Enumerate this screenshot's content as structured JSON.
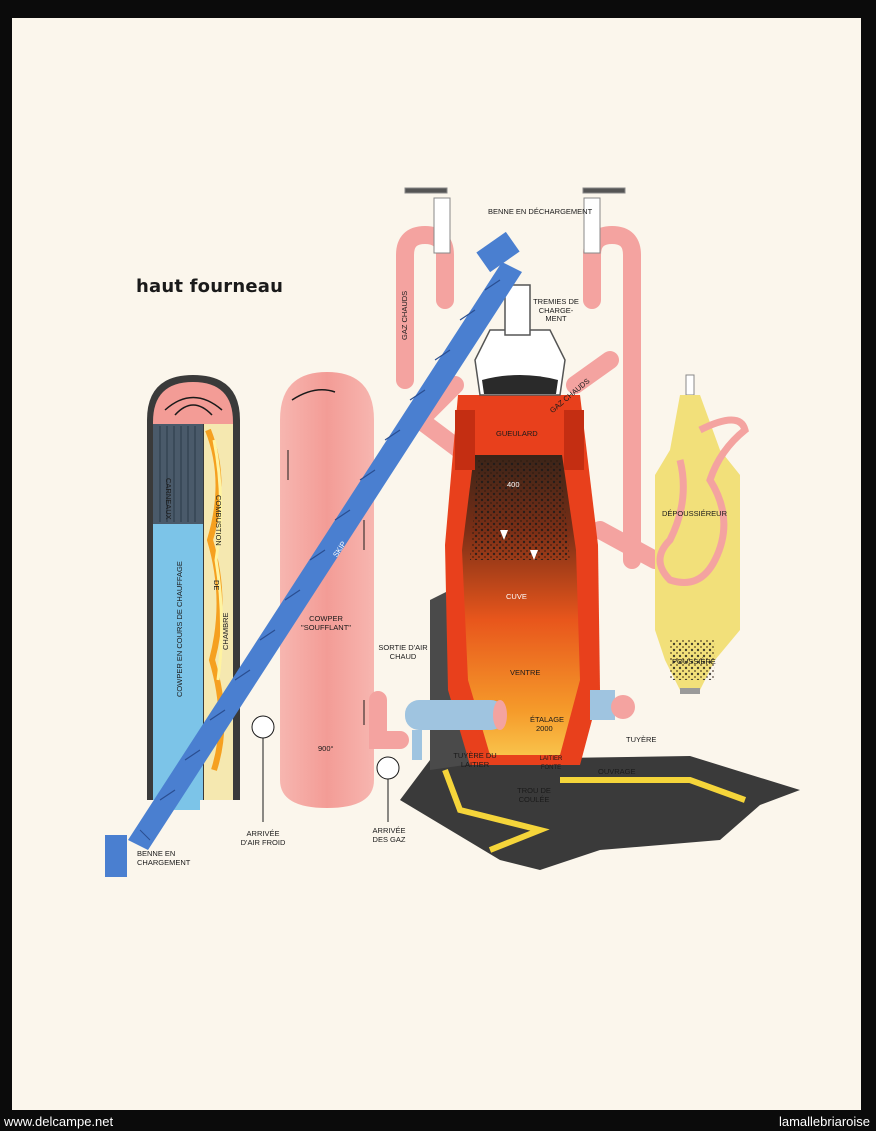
{
  "title": "haut fourneau",
  "labels": {
    "benne_dechargement": "BENNE EN DÉCHARGEMENT",
    "tremies": "TREMIES DE CHARGE-MENT",
    "gaz_chauds_left": "GAZ CHAUDS",
    "gaz_chauds_right": "GAZ CHAUDS",
    "gueulard": "GUEULARD",
    "t400": "400",
    "cuve": "CUVE",
    "ventre": "VENTRE",
    "etalage": "ÉTALAGE",
    "t2000": "2000",
    "laitier_fonte": "LAITIER FONTE",
    "tuyere": "TUYÈRE",
    "tuyere_laitier": "TUYÈRE DU LAITIER",
    "trou_coulee": "TROU DE COULÉE",
    "ouvrage": "OUVRAGE",
    "depoussiereur": "DÉPOUSSIÉREUR",
    "poussiere": "POUSSIÈRE",
    "carneaux": "CARNEAUX",
    "chambre": "CHAMBRE",
    "de": "DE",
    "combustion": "COMBUSTION",
    "cowper_chauffage": "COWPER EN COURS DE CHAUFFAGE",
    "skip": "SKIP",
    "cowper_soufflant": "COWPER \"SOUFFLANT\"",
    "sortie_air": "SORTIE D'AIR CHAUD",
    "t900": "900°",
    "arrivee_air": "ARRIVÉE D'AIR FROID",
    "arrivee_gaz": "ARRIVÉE DES GAZ",
    "benne_chargement": "BENNE EN CHARGEMENT"
  },
  "footer": {
    "left": "www.delcampe.net",
    "right": "lamallebriaroise"
  },
  "colors": {
    "sheet": "#fbf6ec",
    "pink": "#f4a3a0",
    "blue_skip": "#4a7fd0",
    "furnace_red": "#e8401c",
    "yellow": "#f2e07a",
    "dark_ground": "#3a3a3a",
    "slag_yellow": "#f5d53a"
  }
}
